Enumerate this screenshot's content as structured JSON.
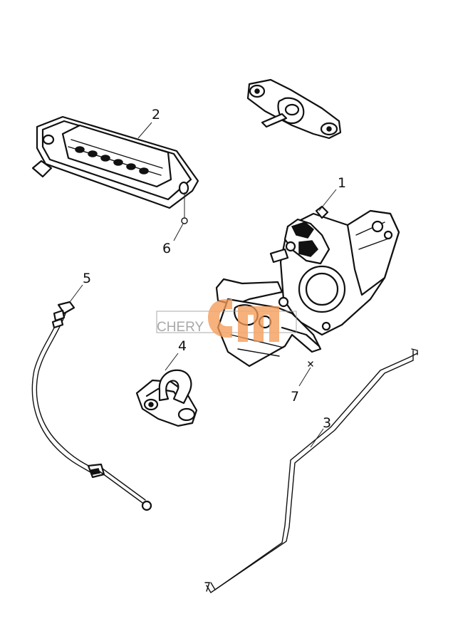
{
  "callouts": {
    "c1": "1",
    "c2": "2",
    "c3": "3",
    "c4": "4",
    "c5": "5",
    "c6": "6",
    "c7": "7"
  },
  "watermark": {
    "brand": "CHERY",
    "logo_color": "#f39a55",
    "box_color": "#9a9a9a"
  },
  "colors": {
    "line": "#111111",
    "background": "#ffffff"
  }
}
